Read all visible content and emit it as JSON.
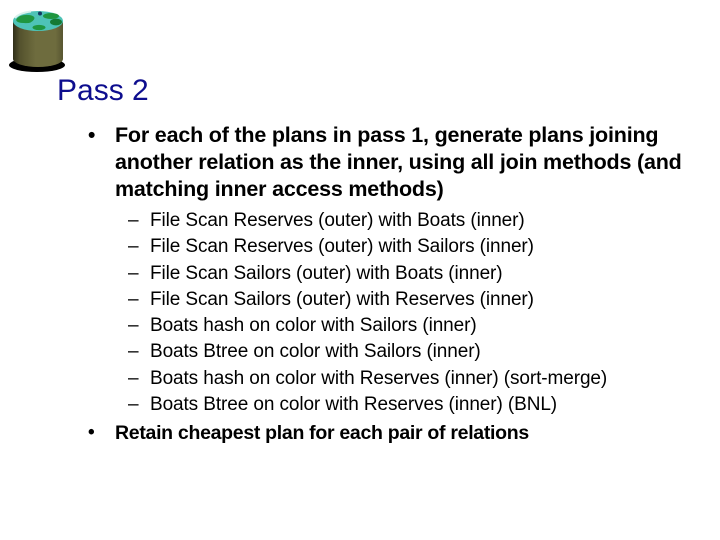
{
  "slide": {
    "title": "Pass 2",
    "title_color": "#0d0d8e",
    "background_color": "#ffffff",
    "text_color": "#000000"
  },
  "logo": {
    "description": "database cylinder with globe top",
    "cylinder_color": "#6e6c3e",
    "cylinder_shade_color": "#35341c",
    "globe_water_color": "#4ec3b7",
    "globe_land_color": "#1f9640",
    "shadow_color": "#000000"
  },
  "content": {
    "bullet_char": "•",
    "dash_char": "–",
    "main_bullet": "For each of the plans in pass 1, generate plans joining another relation as the inner, using all join methods (and matching inner access methods)",
    "sub_bullets": [
      "File Scan Reserves (outer) with Boats (inner)",
      "File Scan Reserves (outer) with Sailors (inner)",
      "File Scan Sailors (outer) with Boats (inner)",
      "File Scan Sailors (outer) with Reserves (inner)",
      "Boats hash on color with Sailors (inner)",
      "Boats Btree on color with Sailors (inner)",
      "Boats hash on color with Reserves (inner) (sort-merge)",
      "Boats Btree on color with Reserves (inner) (BNL)"
    ],
    "final_bullet": "Retain cheapest plan for each pair of relations"
  }
}
